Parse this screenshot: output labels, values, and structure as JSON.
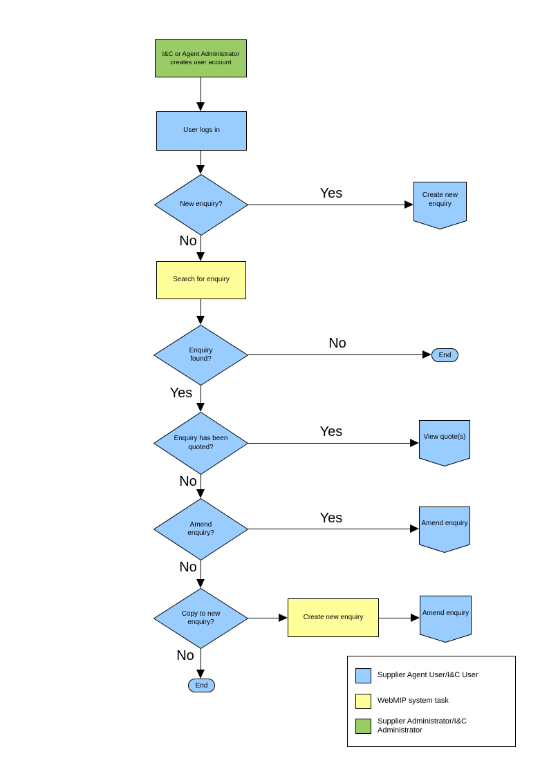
{
  "colors": {
    "actor_blue": "#99CCFF",
    "task_yellow": "#FFFF99",
    "admin_green": "#99CC66"
  },
  "labels": {
    "yes": "Yes",
    "no": "No"
  },
  "nodes": {
    "create_account": "I&C or Agent Administrator creates user account",
    "user_logs_in": "User logs in",
    "new_enquiry": "New enquiry?",
    "create_new_enquiry": "Create new enquiry",
    "search_for_enquiry": "Search for enquiry",
    "enquiry_found": "Enquiry found?",
    "end": "End",
    "enquiry_quoted": "Enquiry has been quoted?",
    "view_quotes": "View quote(s)",
    "amend_enquiry_q": "Amend enquiry?",
    "amend_enquiry": "Amend enquiry",
    "copy_to_new_enquiry": "Copy to new enquiry?"
  },
  "legend": {
    "items": [
      {
        "label": "Supplier Agent User/I&C User",
        "color": "#99CCFF"
      },
      {
        "label": "WebMIP system task",
        "color": "#FFFF99"
      },
      {
        "label": "Supplier Administrator/I&C Administrator",
        "color": "#99CC66"
      }
    ]
  }
}
